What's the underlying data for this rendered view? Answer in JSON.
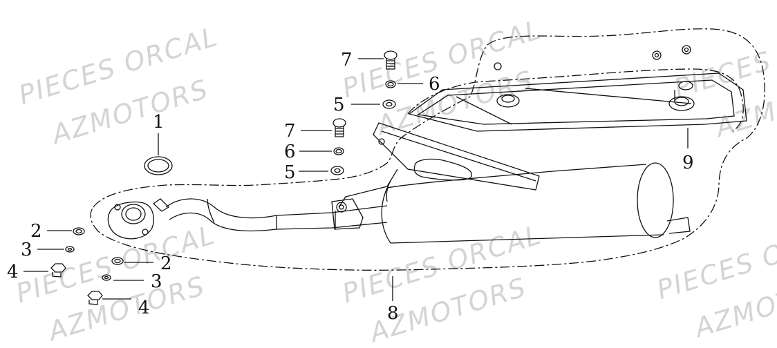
{
  "watermark": {
    "line1": "PIECES ORCAL",
    "line2": "AZMOTORS"
  },
  "callouts": {
    "c1": "1",
    "c2a": "2",
    "c2b": "2",
    "c3a": "3",
    "c3b": "3",
    "c4a": "4",
    "c4b": "4",
    "c5a": "5",
    "c5b": "5",
    "c6a": "6",
    "c6b": "6",
    "c7a": "7",
    "c7b": "7",
    "c8": "8",
    "c9": "9"
  },
  "colors": {
    "line": "#111111",
    "watermark": "#d4d4d4"
  }
}
